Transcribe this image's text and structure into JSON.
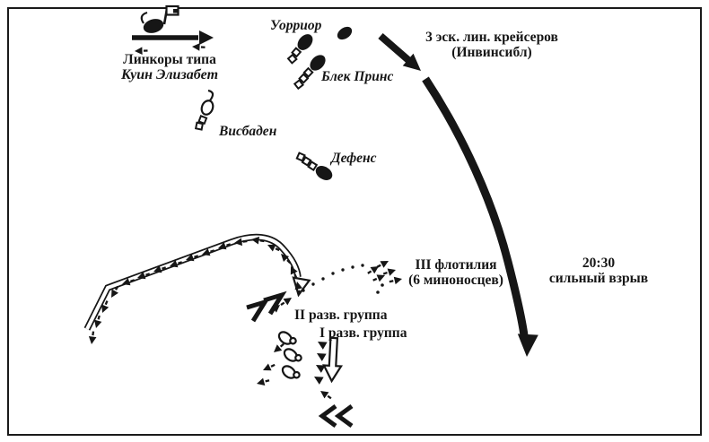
{
  "diagram": {
    "type": "naval-battle-movement-map",
    "colors": {
      "ink": "#161616",
      "background": "#ffffff"
    },
    "labels": {
      "battleships": {
        "line1": "Линкоры типа",
        "line2": "Куин Элизабет"
      },
      "warrior": "Уорриор",
      "black_prince": "Блек Принс",
      "wiesbaden": "Висбаден",
      "defence": "Дефенс",
      "battlecruisers": {
        "line1": "3 эск. лин. крейсеров",
        "line2": "(Инвинсибл)"
      },
      "flotilla": {
        "line1": "III флотилия",
        "line2": "(6 миноносцев)"
      },
      "scouting_group_2": "II разв. группа",
      "scouting_group_1": "I разв. группа",
      "explosion": {
        "time": "20:30",
        "event": "сильный взрыв"
      }
    }
  }
}
